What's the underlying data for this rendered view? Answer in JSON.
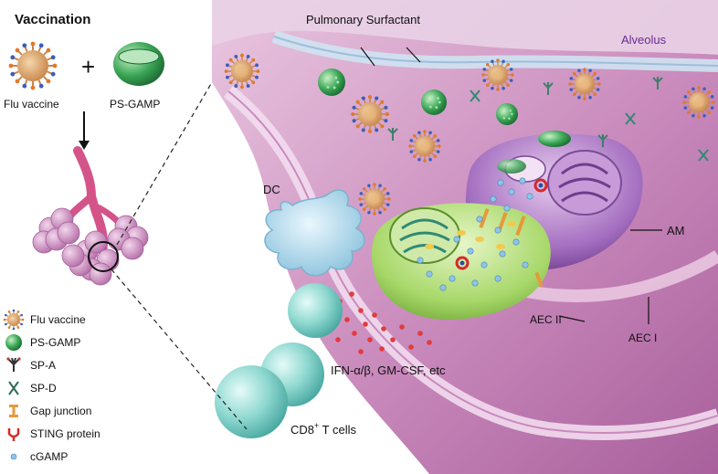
{
  "header": {
    "title": "Vaccination"
  },
  "top_items": {
    "flu_label": "Flu vaccine",
    "plus": "+",
    "psgamp_label": "PS-GAMP"
  },
  "labels": {
    "surfactant": "Pulmonary Surfactant",
    "alveolus": "Alveolus",
    "dc": "DC",
    "am": "AM",
    "aec2": "AEC II",
    "aec1": "AEC I",
    "cytokines": "IFN-α/β, GM-CSF, etc",
    "tcells_base": "CD8",
    "tcells_sup": "+",
    "tcells_rest": " T cells"
  },
  "legend": [
    {
      "icon": "flu-vaccine-icon",
      "label": "Flu vaccine"
    },
    {
      "icon": "ps-gamp-icon",
      "label": "PS-GAMP"
    },
    {
      "icon": "sp-a-icon",
      "label": "SP-A"
    },
    {
      "icon": "sp-d-icon",
      "label": "SP-D"
    },
    {
      "icon": "gap-junction-icon",
      "label": "Gap junction"
    },
    {
      "icon": "sting-protein-icon",
      "label": "STING protein"
    },
    {
      "icon": "cgamp-icon",
      "label": "cGAMP"
    }
  ],
  "colors": {
    "alveolus_tissue": "#c07ab3",
    "alveolus_light": "#e8c4df",
    "surfactant": "#cfe3f2",
    "ps_gamp": "#3aa655",
    "aec2": "#a8d86a",
    "am": "#9b5fb5",
    "dc": "#9fd0e8",
    "tcell": "#7fcfc8",
    "cytokine": "#e23b3b",
    "virus": "#d9a066",
    "lung": "#d49ac8",
    "bronchus": "#d4548a",
    "title_accent": "#6a2c91"
  }
}
